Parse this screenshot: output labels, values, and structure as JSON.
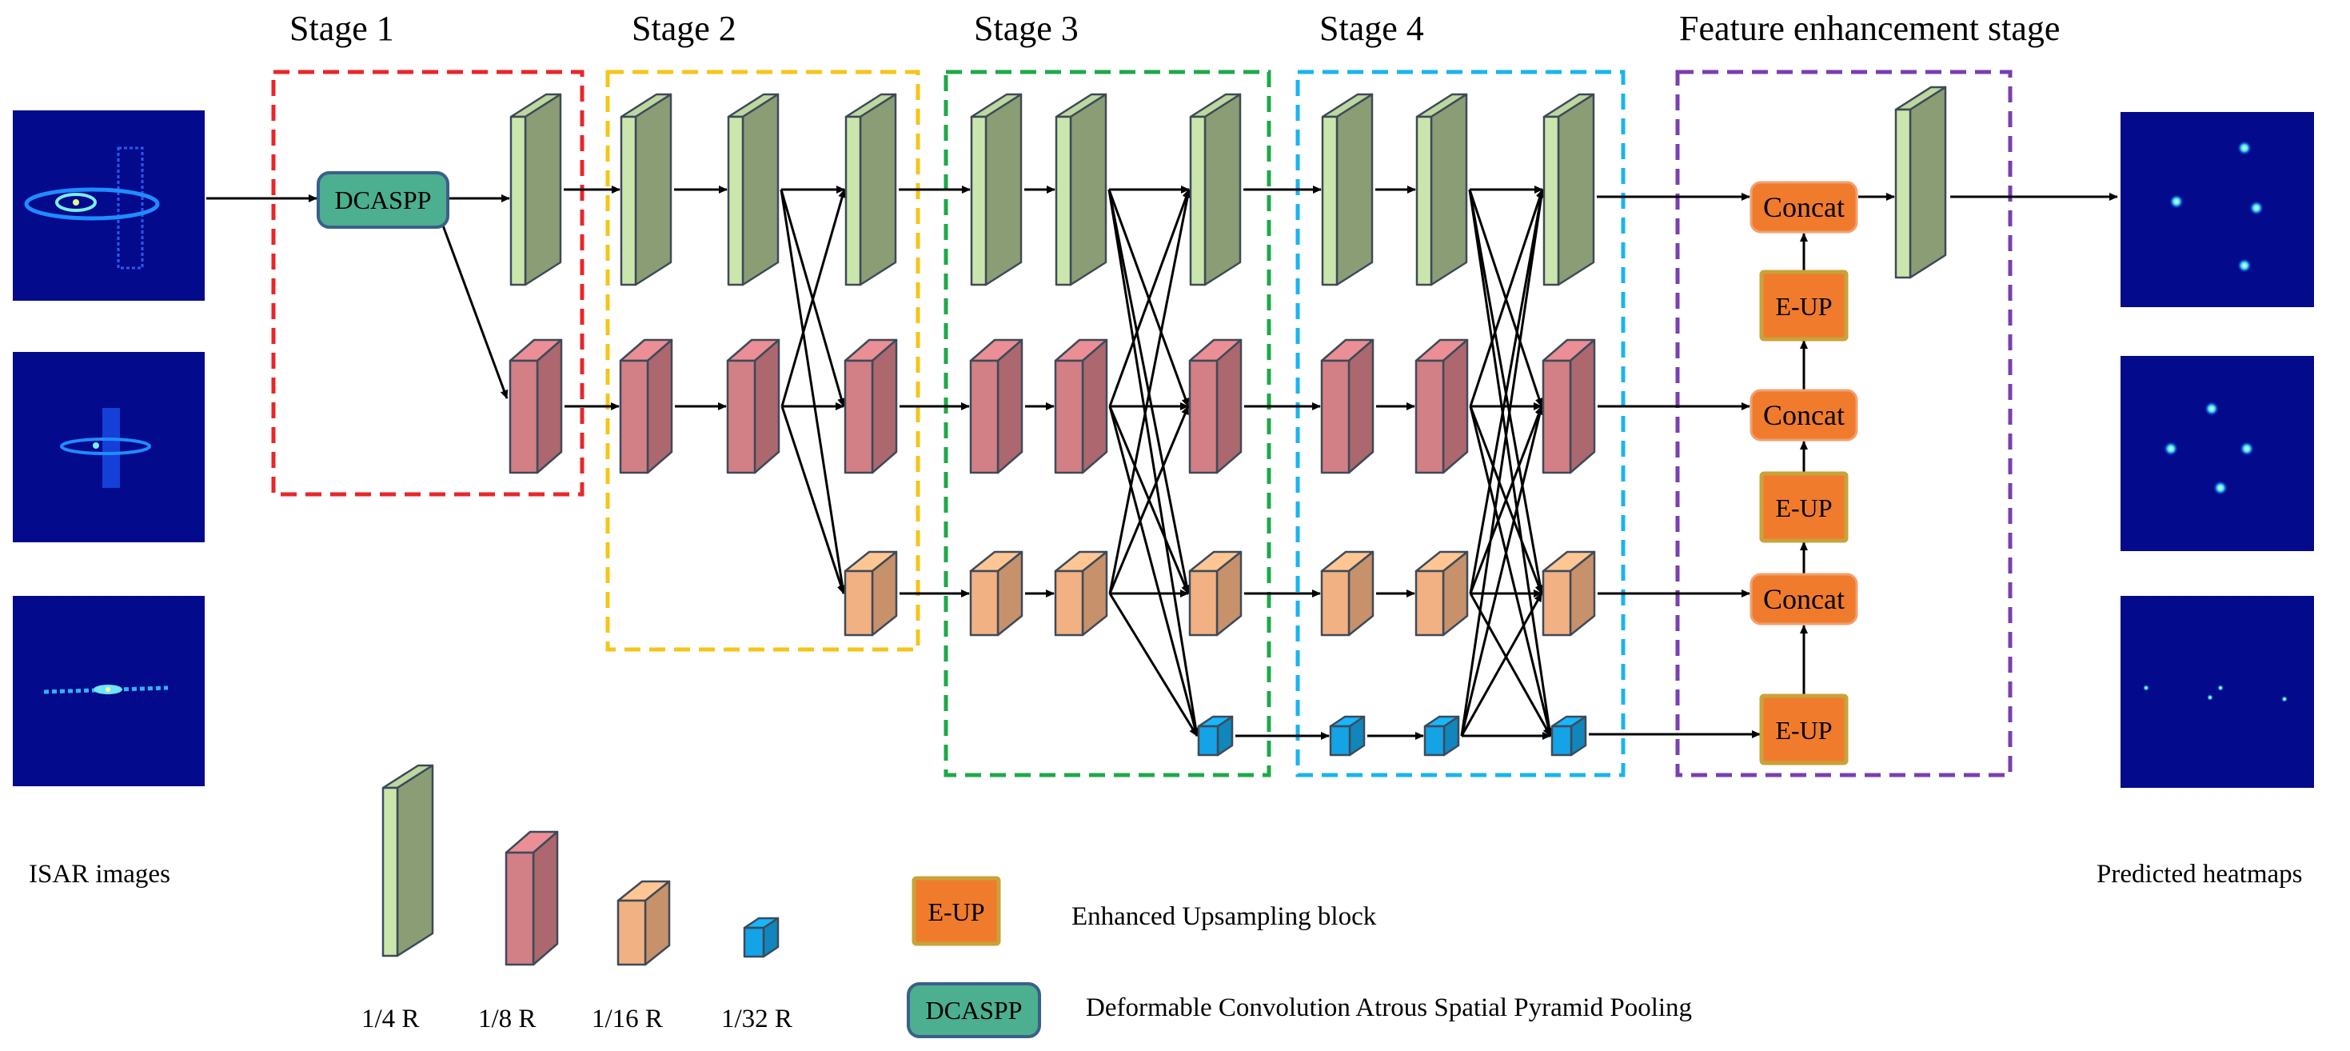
{
  "stages": {
    "s1": "Stage 1",
    "s2": "Stage 2",
    "s3": "Stage 3",
    "s4": "Stage 4",
    "s5": "Feature enhancement stage"
  },
  "captions": {
    "input": "ISAR images",
    "output": "Predicted heatmaps"
  },
  "blocks": {
    "dcaspp": "DCASPP",
    "concat": "Concat",
    "eup": "E-UP"
  },
  "legend": {
    "r4": "1/4 R",
    "r8": "1/8 R",
    "r16": "1/16 R",
    "r32": "1/32 R",
    "eup_box": "E-UP",
    "eup_desc": "Enhanced Upsampling  block",
    "dcaspp_box": "DCASPP",
    "dcaspp_desc": "Deformable  Convolution  Atrous  Spatial  Pyramid  Pooling"
  },
  "colors": {
    "stage1": "#e8262a",
    "stage2": "#f5c518",
    "stage3": "#1fa84a",
    "stage4": "#1ab4ee",
    "stage5": "#7a3fb0",
    "green": "#a9c08f",
    "red": "#d27f86",
    "orange": "#f2b183",
    "blue": "#14a3e6",
    "concat": "#f07b2c",
    "dcaspp": "#4caf8f",
    "heatmap_bg": "#040a8c"
  }
}
